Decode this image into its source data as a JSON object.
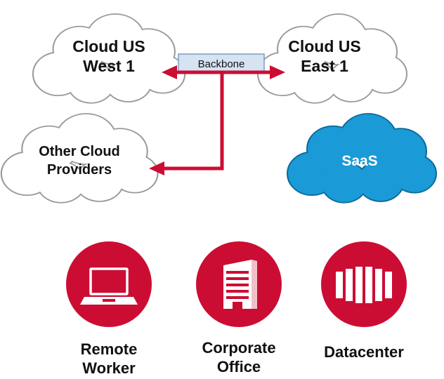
{
  "colors": {
    "accent_red": "#cc0d33",
    "backbone_fill": "#d5e3f3",
    "saas_fill": "#1a9ad6",
    "cloud_stroke": "#9a9a9a"
  },
  "clouds": {
    "us_west": {
      "line1": "Cloud US",
      "line2": "West 1"
    },
    "us_east": {
      "line1": "Cloud US",
      "line2": "East 1"
    },
    "other": {
      "line1": "Other Cloud",
      "line2": "Providers"
    },
    "saas": {
      "label": "SaaS"
    }
  },
  "backbone": {
    "label": "Backbone"
  },
  "sites": [
    {
      "icon": "laptop-icon",
      "line1": "Remote",
      "line2": "Worker"
    },
    {
      "icon": "office-building-icon",
      "line1": "Corporate",
      "line2": "Office"
    },
    {
      "icon": "datacenter-icon",
      "line1": "Datacenter",
      "line2": ""
    }
  ]
}
